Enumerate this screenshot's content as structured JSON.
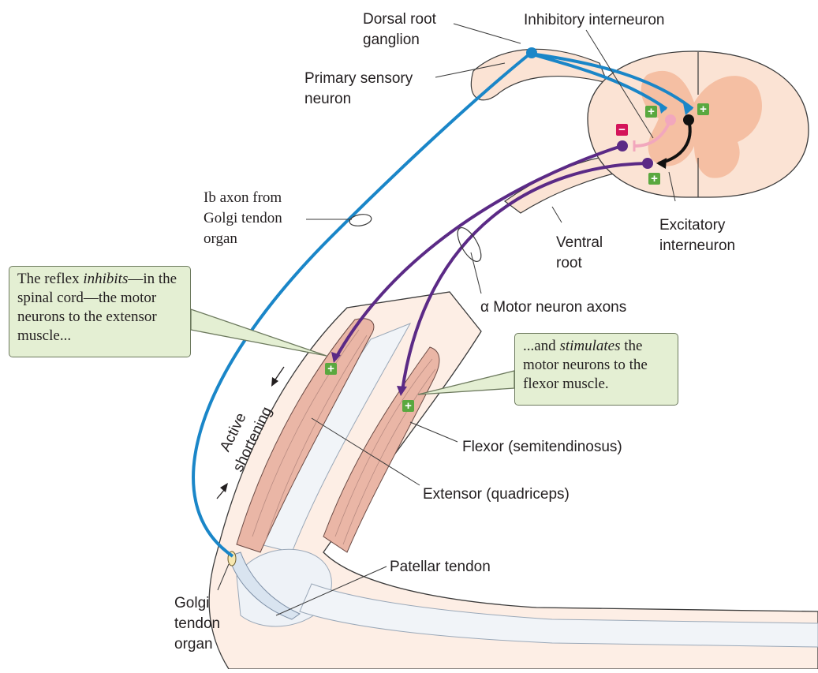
{
  "labels": {
    "dorsal_root_ganglion": [
      "Dorsal root",
      "ganglion"
    ],
    "inhibitory_interneuron": "Inhibitory interneuron",
    "primary_sensory_neuron": [
      "Primary sensory",
      "neuron"
    ],
    "ib_axon": [
      "Ib axon from",
      "Golgi tendon",
      "organ"
    ],
    "excitatory_interneuron": [
      "Excitatory",
      "interneuron"
    ],
    "ventral_root": [
      "Ventral",
      "root"
    ],
    "motor_neuron_axons": "α Motor neuron axons",
    "active_shortening": [
      "Active",
      "shortening"
    ],
    "flexor": "Flexor (semitendinosus)",
    "extensor": "Extensor (quadriceps)",
    "patellar_tendon": "Patellar tendon",
    "golgi_tendon_organ": [
      "Golgi",
      "tendon",
      "organ"
    ]
  },
  "callouts": {
    "left": {
      "pre": "The reflex ",
      "em": "inhibits",
      "post": "—in the spinal cord—the motor neurons to the extensor muscle..."
    },
    "right": {
      "pre": "...and ",
      "em": "stimulates",
      "post": " the motor neurons to the flexor muscle."
    }
  },
  "symbols": {
    "plus": "+",
    "minus": "−"
  },
  "colors": {
    "sensory_axon": "#1a86c8",
    "motor_axon": "#5b2a86",
    "inhibitory": "#f2a7bd",
    "excitatory": "#111111",
    "plus_badge": "#5aa83f",
    "minus_badge": "#d4145a",
    "callout_fill": "#e4efd3",
    "tissue": "#fbe3d4",
    "gray_matter": "#f3b99a",
    "muscle": "#eab6a6"
  }
}
